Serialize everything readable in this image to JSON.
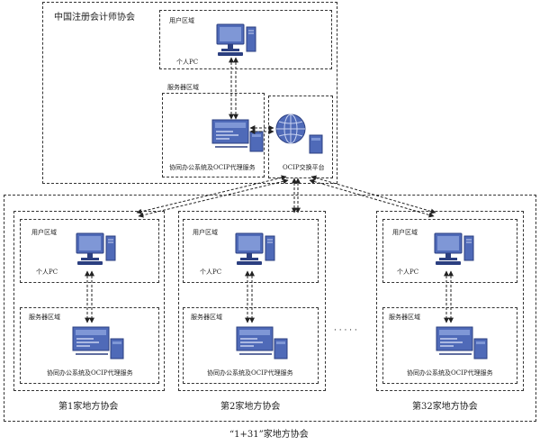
{
  "top_org": {
    "title": "中国注册会计师协会",
    "user_zone_label": "用户区域",
    "pc_label": "个人PC",
    "server_zone_label": "服务器区域",
    "service_label": "协同办公系统及OCIP代理服务",
    "exchange_label": "OCIP交换平台"
  },
  "local_group": {
    "title": "“1+31”家地方协会",
    "ellipsis": "· · · · ·",
    "orgs": [
      {
        "name": "第1家地方协会",
        "user_zone_label": "用户区域",
        "pc_label": "个人PC",
        "server_zone_label": "服务器区域",
        "service_label": "协同办公系统及OCIP代理服务"
      },
      {
        "name": "第2家地方协会",
        "user_zone_label": "用户区域",
        "pc_label": "个人PC",
        "server_zone_label": "服务器区域",
        "service_label": "协同办公系统及OCIP代理服务"
      },
      {
        "name": "第32家地方协会",
        "user_zone_label": "用户区域",
        "pc_label": "个人PC",
        "server_zone_label": "服务器区域",
        "service_label": "协同办公系统及OCIP代理服务"
      }
    ]
  },
  "colors": {
    "icon_blue": "#4f6ab8",
    "icon_dark": "#2b3f80",
    "screen_light": "#7f97d6",
    "line": "#222222"
  },
  "icons": [
    "desktop-pc-icon",
    "server-icon",
    "globe-icon"
  ]
}
